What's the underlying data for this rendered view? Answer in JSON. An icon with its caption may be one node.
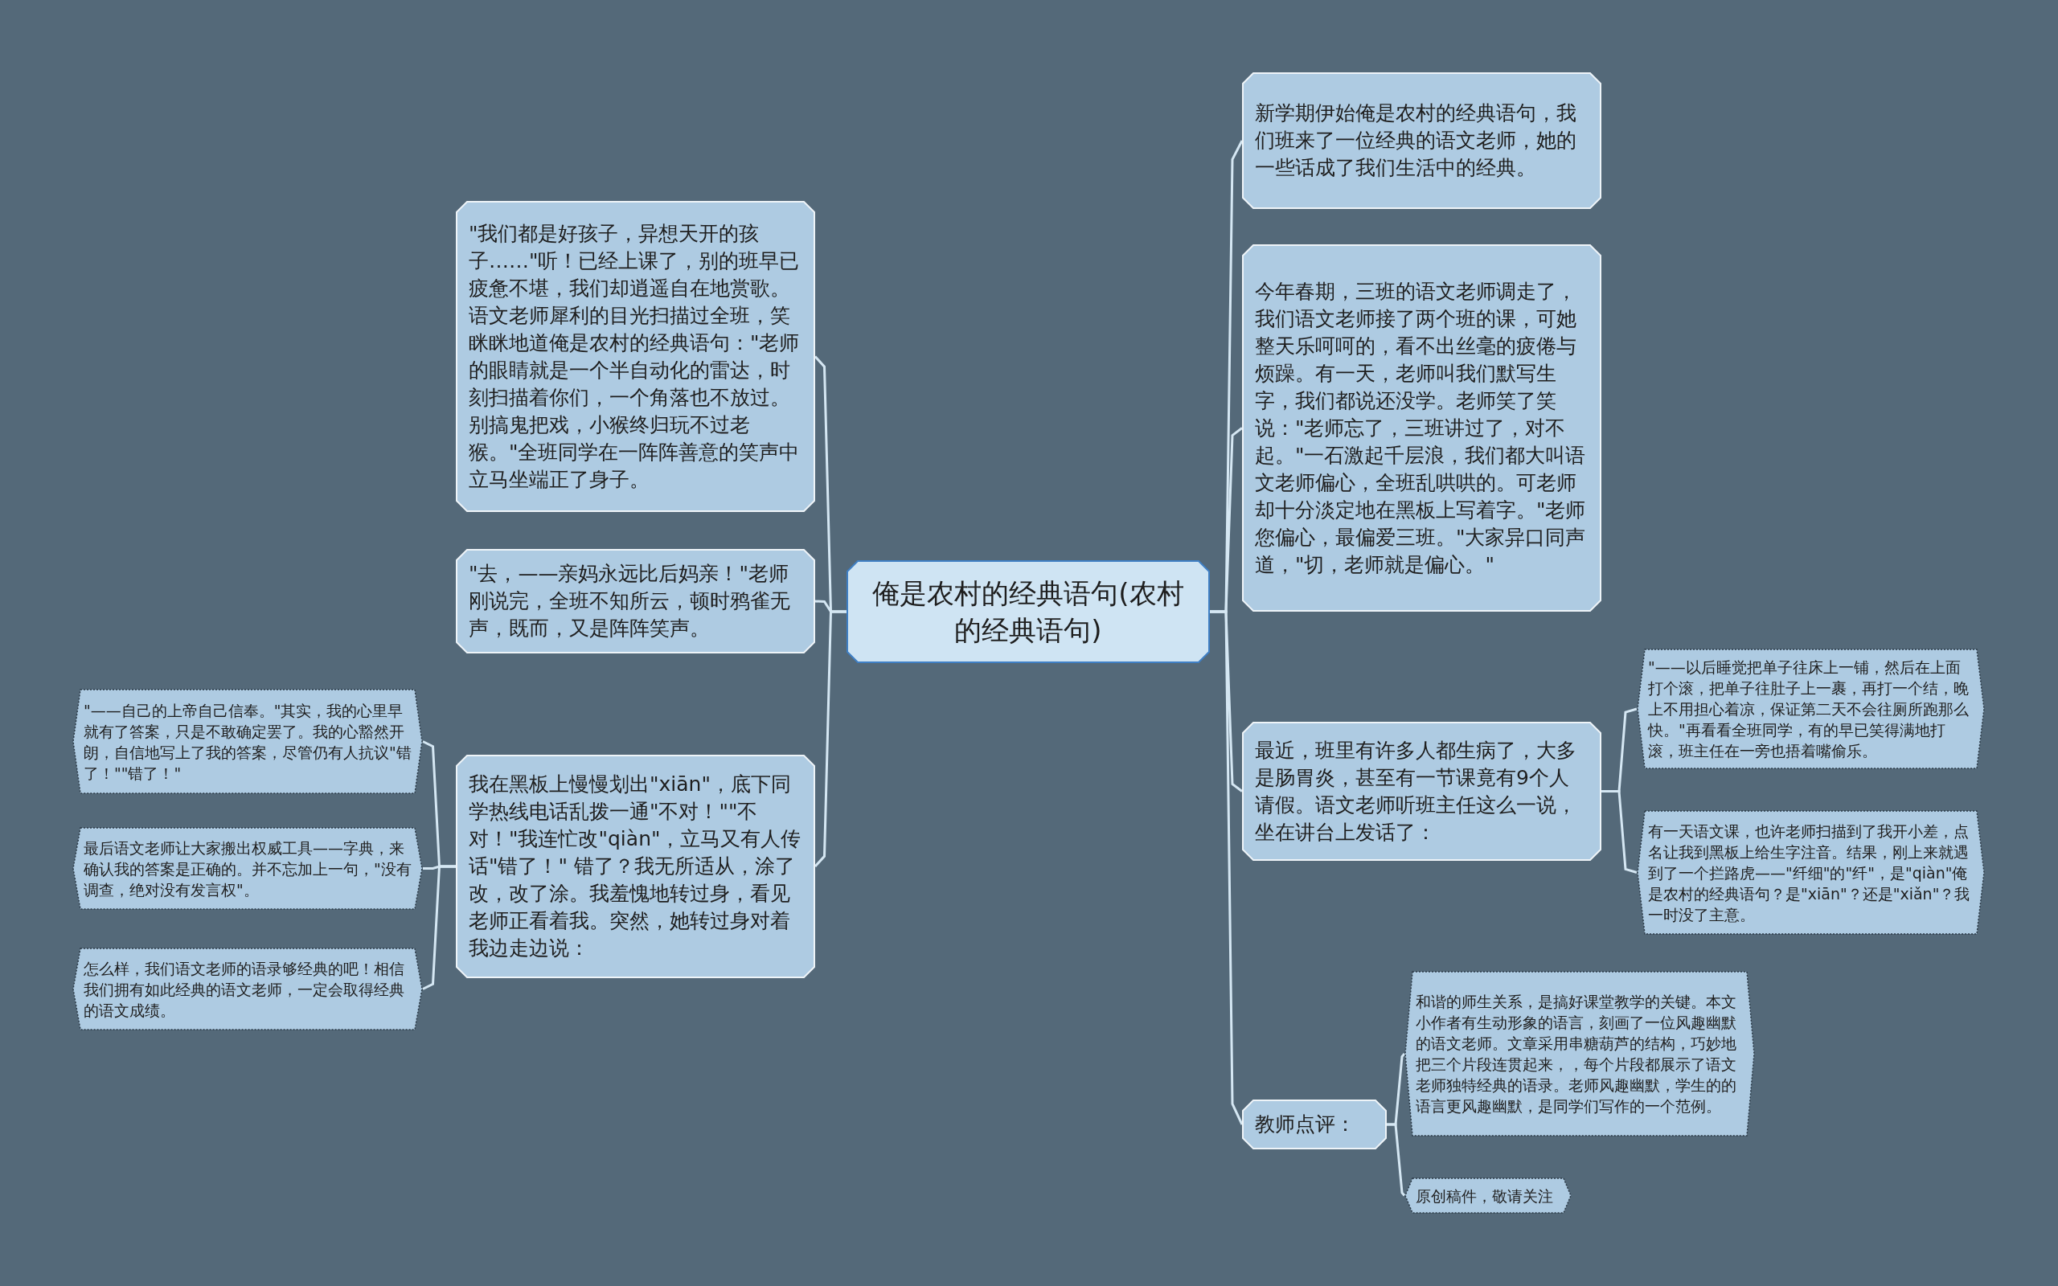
{
  "diagram": {
    "nodes": [
      {
        "text": [
          "俺是农村的经典语句(农村的经典语句)"
        ]
      },
      {
        "text": [
          "\"我们都是好孩子，异想天开的孩子……\"听！已经上课了，别的班早已疲惫不堪，我们却逍遥自在地赏歌。语文老师犀利的目光扫描过全班，笑眯眯地道俺是农村的经典语句：\"老师的眼睛就是一个半自动化的雷达，时刻扫描着你们，一个角落也不放过。别搞鬼把戏，小猴终归玩不过老猴。\"全班同学在一阵阵善意的笑声中立马坐端正了身子。"
        ]
      },
      {
        "text": [
          "\"去，——亲妈永远比后妈亲！\"老师刚说完，全班不知所云，顿时鸦雀无声，既而，又是阵阵笑声。"
        ]
      },
      {
        "text": [
          "我在黑板上慢慢划出\"xiān\"，底下同学热线电话乱拨一通\"不对！\"\"不对！\"我连忙改\"qiàn\"，立马又有人传话\"错了！\" 错了？我无所适从，涂了改，改了涂。我羞愧地转过身，看见老师正看着我。突然，她转过身对着我边走边说："
        ]
      },
      {
        "text": [
          "\"——自己的上帝自己信奉。\"其实，我的心里早就有了答案，只是不敢确定罢了。我的心豁然开朗，自信地写上了我的答案，尽管仍有人抗议\"错了！\"\"错了！\""
        ]
      },
      {
        "text": [
          "最后语文老师让大家搬出权威工具——字典，来确认我的答案是正确的。并不忘加上一句，\"没有调查，绝对没有发言权\"。"
        ]
      },
      {
        "text": [
          "怎么样，我们语文老师的语录够经典的吧！相信我们拥有如此经典的语文老师，一定会取得经典的语文成绩。"
        ]
      },
      {
        "text": [
          "新学期伊始俺是农村的经典语句，我们班来了一位经典的语文老师，她的一些话成了我们生活中的经典。"
        ]
      },
      {
        "text": [
          "今年春期，三班的语文老师调走了，我们语文老师接了两个班的课，可她整天乐呵呵的，看不出丝毫的疲倦与烦躁。有一天，老师叫我们默写生字，我们都说还没学。老师笑了笑说：\"老师忘了，三班讲过了，对不起。\"一石激起千层浪，我们都大叫语文老师偏心，全班乱哄哄的。可老师却十分淡定地在黑板上写着字。\"老师您偏心，最偏爱三班。\"大家异口同声道，\"切，老师就是偏心。\""
        ]
      },
      {
        "text": [
          "最近，班里有许多人都生病了，大多是肠胃炎，甚至有一节课竟有9个人请假。语文老师听班主任这么一说，坐在讲台上发话了："
        ]
      },
      {
        "text": [
          "\"——以后睡觉把单子往床上一铺，然后在上面打个滚，把单子往肚子上一裹，再打一个结，晚上不用担心着凉，保证第二天不会往厕所跑那么快。\"再看看全班同学，有的早已笑得满地打滚，班主任在一旁也捂着嘴偷乐。"
        ]
      },
      {
        "text": [
          "有一天语文课，也许老师扫描到了我开小差，点名让我到黑板上给生字注音。结果，刚上来就遇到了一个拦路虎——\"纤细\"的\"纤\"，是\"qiàn\"俺是农村的经典语句？是\"xiān\"？还是\"xiǎn\"？我一时没了主意。"
        ]
      },
      {
        "text": [
          "教师点评："
        ]
      },
      {
        "text": [
          "和谐的师生关系，是搞好课堂教学的关键。本文小作者有生动形象的语言，刻画了一位风趣幽默的语文老师。文章采用串糖葫芦的结构，巧妙地把三个片段连贯起来，，每个片段都展示了语文老师独特经典的语录。老师风趣幽默，学生的的语言更风趣幽默，是同学们写作的一个范例。"
        ]
      },
      {
        "text": [
          "原创稿件，敬请关注"
        ]
      }
    ],
    "edges": [
      {
        "from": 0,
        "to": 1,
        "arrow": "none"
      },
      {
        "from": 0,
        "to": 2,
        "arrow": "none"
      },
      {
        "from": 0,
        "to": 3,
        "arrow": "none"
      },
      {
        "from": 3,
        "to": 4,
        "arrow": "none"
      },
      {
        "from": 3,
        "to": 5,
        "arrow": "none"
      },
      {
        "from": 3,
        "to": 6,
        "arrow": "none"
      },
      {
        "from": 0,
        "to": 7,
        "arrow": "none"
      },
      {
        "from": 0,
        "to": 8,
        "arrow": "none"
      },
      {
        "from": 0,
        "to": 9,
        "arrow": "none"
      },
      {
        "from": 9,
        "to": 10,
        "arrow": "none"
      },
      {
        "from": 9,
        "to": 11,
        "arrow": "none"
      },
      {
        "from": 0,
        "to": 12,
        "arrow": "none"
      },
      {
        "from": 12,
        "to": 13,
        "arrow": "none"
      },
      {
        "from": 12,
        "to": 14,
        "arrow": "none"
      }
    ]
  }
}
